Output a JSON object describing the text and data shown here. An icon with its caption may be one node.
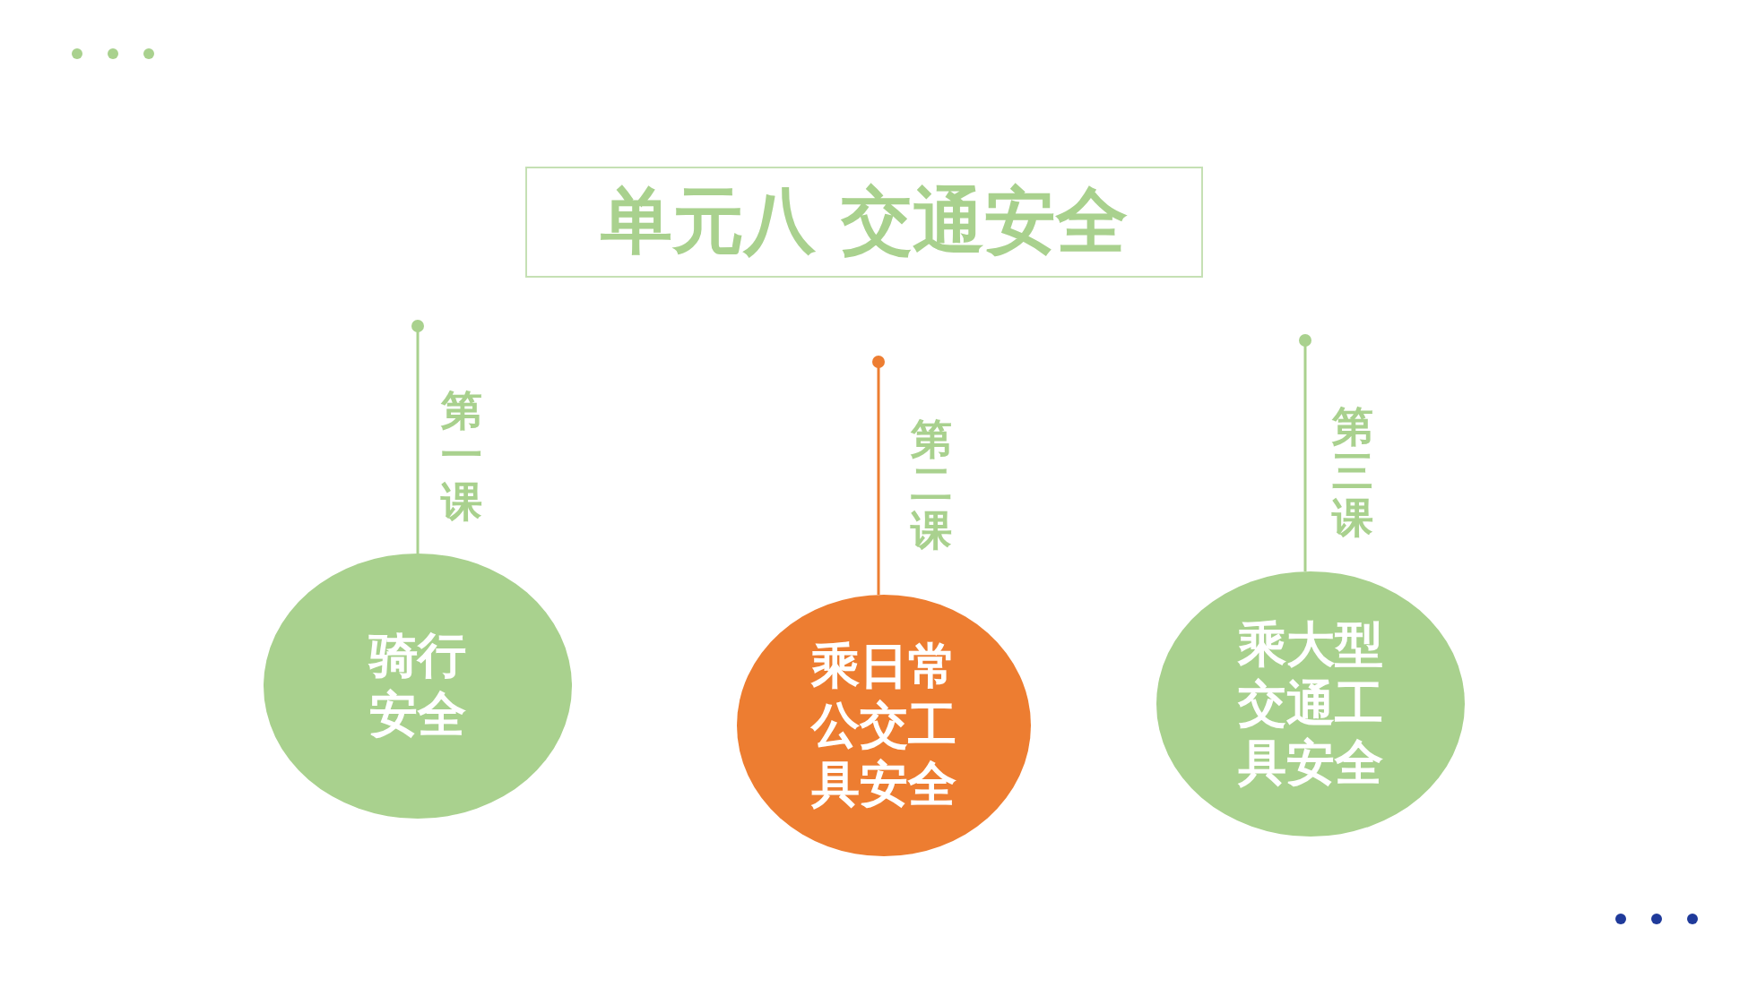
{
  "diagram": {
    "title": "单元八 交通安全",
    "nodes": [
      {
        "text": [
          "骑行安全"
        ]
      },
      {
        "text": [
          "乘日常公交工具安全"
        ]
      },
      {
        "text": [
          "乘大型交通工具安全"
        ]
      }
    ],
    "edges": [
      {
        "from": null,
        "to": 0,
        "arrow": "other",
        "label": "第一课"
      },
      {
        "from": null,
        "to": 1,
        "arrow": "other",
        "label": "第二课",
        "color": "#ed7d31"
      },
      {
        "from": null,
        "to": 2,
        "arrow": "other",
        "label": "第三课"
      }
    ]
  }
}
